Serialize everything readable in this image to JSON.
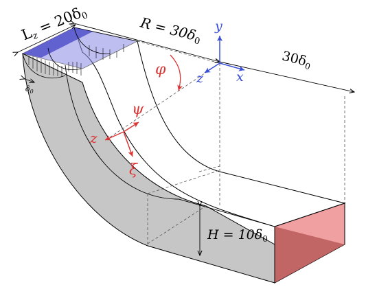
{
  "labels": {
    "lz_lhs": "L",
    "lz_sub": "z",
    "lz_rhs": " = 20δ",
    "lz_sub0": "0",
    "radius": "R = 30δ",
    "radius_sub": "0",
    "length": "30δ",
    "length_sub": "0",
    "height": "H = 10δ",
    "height_sub": "0",
    "delta0": "δ",
    "delta0_sub": "0",
    "phi": "φ",
    "psi": "ψ",
    "xi": "ξ",
    "z_local": "z",
    "y_global": "y",
    "x_global": "x",
    "z_global": "z"
  },
  "colors": {
    "global_axes": "#3a4fd8",
    "local_axes": "#d93636",
    "inlet_fill": "#6a6ad6",
    "outlet_front": "#f0a0a0",
    "outlet_back": "#b85a5a",
    "duct_fill": "#c6c6c6"
  }
}
